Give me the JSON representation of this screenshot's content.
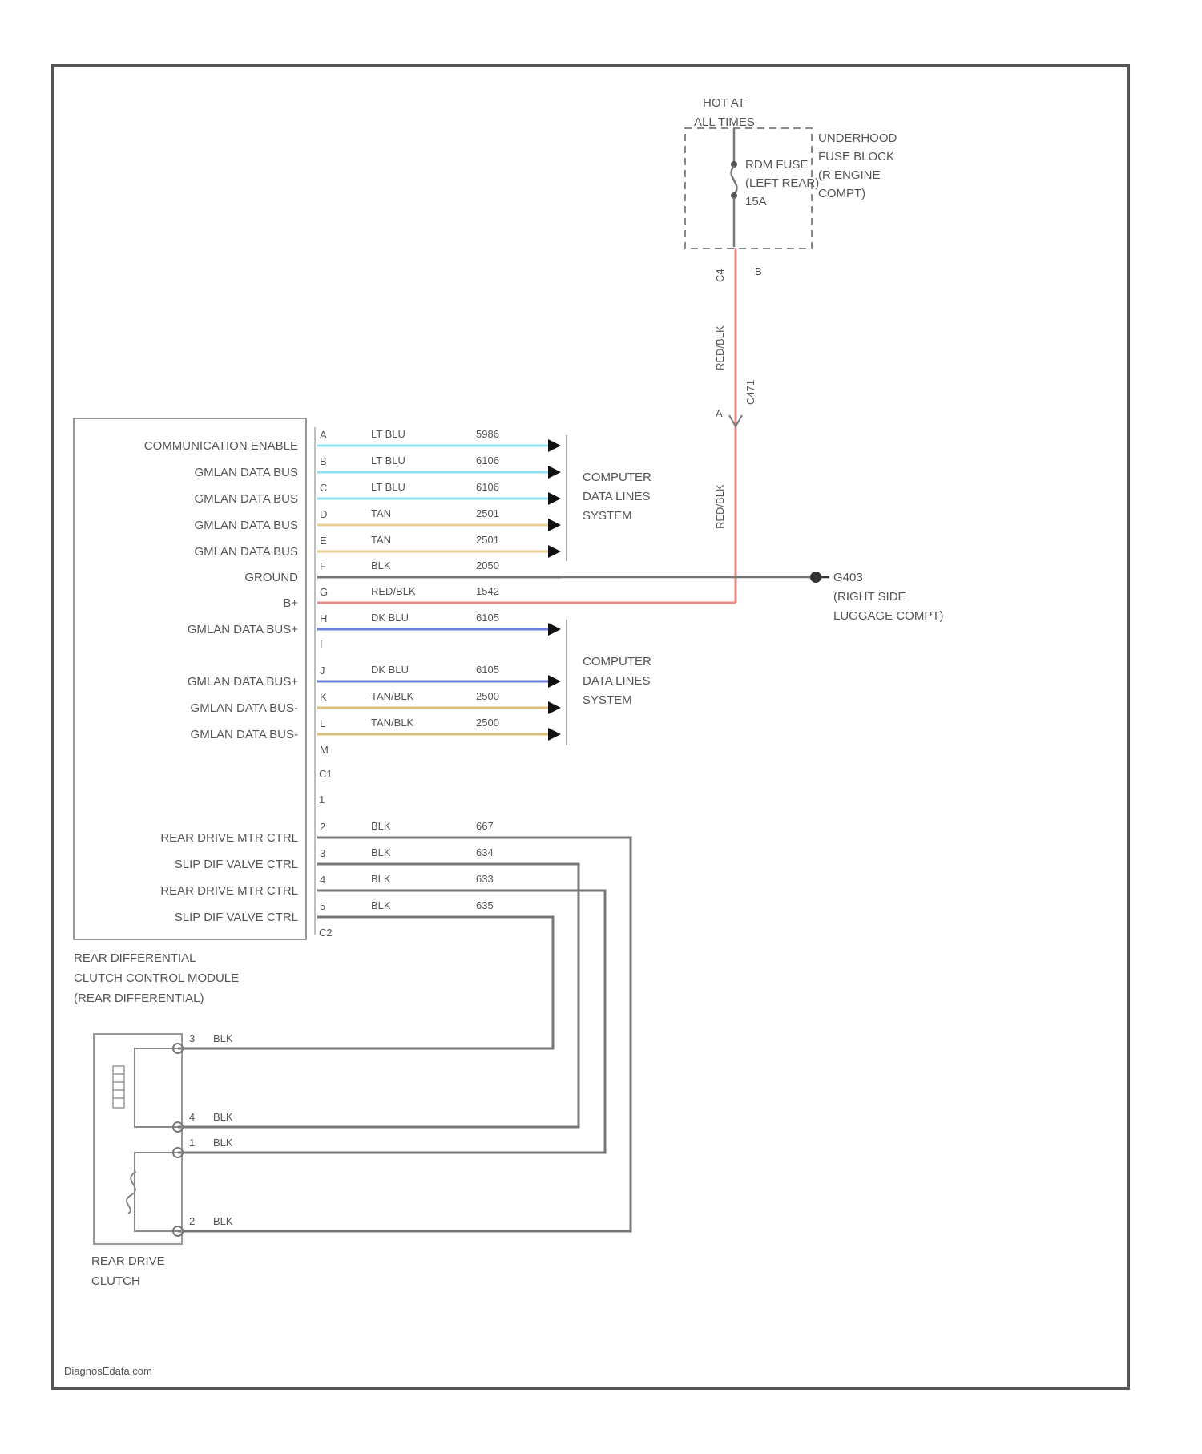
{
  "fuse_block": {
    "hot_label_line1": "HOT AT",
    "hot_label_line2": "ALL TIMES",
    "location_line1": "UNDERHOOD",
    "location_line2": "FUSE BLOCK",
    "location_line3": "(R ENGINE",
    "location_line4": "COMPT)",
    "fuse_line1": "RDM FUSE",
    "fuse_line2": "(LEFT REAR)",
    "fuse_line3": "15A",
    "out_pin": "C4",
    "out_pin2": "B"
  },
  "power_wire": {
    "color_upper": "RED/BLK",
    "color_lower": "RED/BLK",
    "connector_pin": "A",
    "connector_id": "C471"
  },
  "module": {
    "name_line1": "REAR DIFFERENTIAL",
    "name_line2": "CLUTCH CONTROL MODULE",
    "name_line3": "(REAR DIFFERENTIAL)",
    "connector_mid": "C1",
    "connector_bottom": "C2",
    "pins": [
      {
        "label": "COMMUNICATION ENABLE",
        "pin": "A",
        "wire": "LT BLU",
        "circuit": "5986",
        "color": "#8fe3ee"
      },
      {
        "label": "GMLAN DATA BUS",
        "pin": "B",
        "wire": "LT BLU",
        "circuit": "6106",
        "color": "#8fe3ee"
      },
      {
        "label": "GMLAN DATA BUS",
        "pin": "C",
        "wire": "LT BLU",
        "circuit": "6106",
        "color": "#8fe3ee"
      },
      {
        "label": "GMLAN DATA BUS",
        "pin": "D",
        "wire": "TAN",
        "circuit": "2501",
        "color": "#e8cf93"
      },
      {
        "label": "GMLAN DATA BUS",
        "pin": "E",
        "wire": "TAN",
        "circuit": "2501",
        "color": "#e8cf93"
      },
      {
        "label": "GROUND",
        "pin": "F",
        "wire": "BLK",
        "circuit": "2050",
        "color": "#777777"
      },
      {
        "label": "B+",
        "pin": "G",
        "wire": "RED/BLK",
        "circuit": "1542",
        "color": "#e98a8a"
      },
      {
        "label": "GMLAN DATA BUS+",
        "pin": "H",
        "wire": "DK BLU",
        "circuit": "6105",
        "color": "#6f7fdd"
      },
      {
        "label": "",
        "pin": "I",
        "wire": "",
        "circuit": "",
        "color": ""
      },
      {
        "label": "GMLAN DATA BUS+",
        "pin": "J",
        "wire": "DK BLU",
        "circuit": "6105",
        "color": "#6f7fdd"
      },
      {
        "label": "GMLAN DATA BUS-",
        "pin": "K",
        "wire": "TAN/BLK",
        "circuit": "2500",
        "color": "#d9c07a"
      },
      {
        "label": "GMLAN DATA BUS-",
        "pin": "L",
        "wire": "TAN/BLK",
        "circuit": "2500",
        "color": "#d9c07a"
      },
      {
        "label": "",
        "pin": "M",
        "wire": "",
        "circuit": "",
        "color": ""
      },
      {
        "label": "REAR DRIVE MTR CTRL",
        "pin": "2",
        "wire": "BLK",
        "circuit": "667",
        "color": "#777777"
      },
      {
        "label": "SLIP DIF VALVE CTRL",
        "pin": "3",
        "wire": "BLK",
        "circuit": "634",
        "color": "#777777"
      },
      {
        "label": "REAR DRIVE MTR CTRL",
        "pin": "4",
        "wire": "BLK",
        "circuit": "633",
        "color": "#777777"
      },
      {
        "label": "SLIP DIF VALVE CTRL",
        "pin": "5",
        "wire": "BLK",
        "circuit": "635",
        "color": "#777777"
      }
    ],
    "extra_pin": "1"
  },
  "data_lines_top": {
    "line1": "COMPUTER",
    "line2": "DATA LINES",
    "line3": "SYSTEM"
  },
  "data_lines_bottom": {
    "line1": "COMPUTER",
    "line2": "DATA LINES",
    "line3": "SYSTEM"
  },
  "ground": {
    "id": "G403",
    "line1": "(RIGHT SIDE",
    "line2": "LUGGAGE COMPT)"
  },
  "clutch": {
    "name_line1": "REAR DRIVE",
    "name_line2": "CLUTCH",
    "pins": [
      {
        "pin": "3",
        "wire": "BLK"
      },
      {
        "pin": "4",
        "wire": "BLK"
      },
      {
        "pin": "1",
        "wire": "BLK"
      },
      {
        "pin": "2",
        "wire": "BLK"
      }
    ]
  },
  "watermark": "DiagnosEdata.com",
  "colors": {
    "border": "#555555",
    "red_wire": "#e98a8a",
    "black_wire": "#777777",
    "lt_blu_wire": "#8fe3ee",
    "tan_wire": "#e8cf93",
    "dk_blu_wire": "#6f7fdd"
  }
}
